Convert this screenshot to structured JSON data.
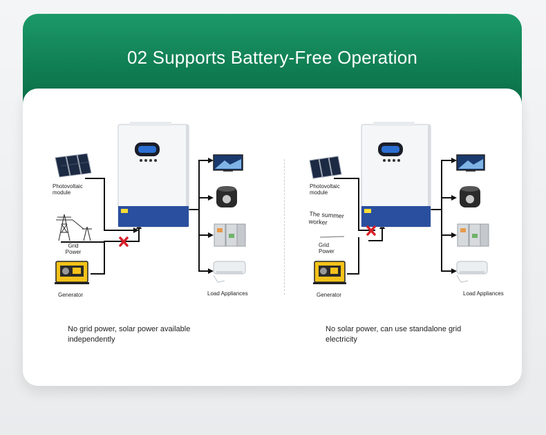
{
  "header": {
    "title": "02 Supports Battery-Free Operation"
  },
  "colors": {
    "brand_green": "#148a5c",
    "inverter_blue": "#2a4f9e",
    "fault_red": "#d8202a"
  },
  "left_panel": {
    "labels": {
      "pv": "Photovoltaic module",
      "grid": "Grid Power",
      "generator": "Generator",
      "loads": "Load Appliances"
    },
    "caption": "No grid power, solar power available independently",
    "disconnected_source": "grid"
  },
  "right_panel": {
    "labels": {
      "pv": "Photovoltaic module",
      "worker": "The summer worker",
      "grid": "Grid Power",
      "generator": "Generator",
      "loads": "Load Appliances"
    },
    "caption": "No solar power, can use standalone grid electricity",
    "disconnected_source": "pv"
  },
  "icons": {
    "sources": [
      "solar-panel-icon",
      "pylon-icon",
      "generator-icon"
    ],
    "loads": [
      "tv-icon",
      "rice-cooker-icon",
      "refrigerator-icon",
      "air-conditioner-icon"
    ],
    "device": "inverter-icon",
    "fault": "red-x-icon"
  }
}
